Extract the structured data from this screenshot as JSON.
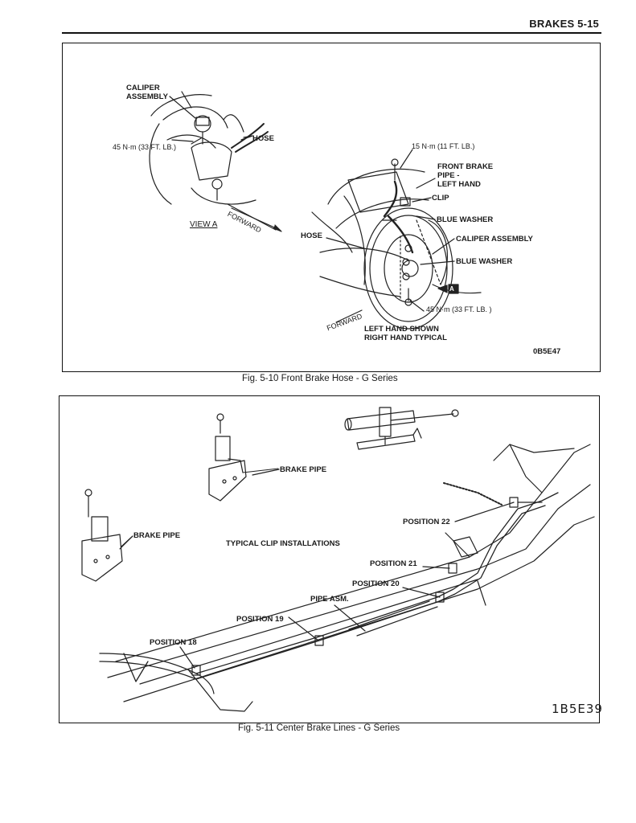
{
  "header": {
    "title": "BRAKES 5-15"
  },
  "figure1": {
    "caption": "Fig. 5-10 Front Brake Hose - G Series",
    "code": "0B5E47",
    "labels": {
      "caliper_assembly_view": "CALIPER\nASSEMBLY",
      "torque_view": "45 N·m (33 FT. LB.)",
      "hose_view": "HOSE",
      "view_a": "VIEW A",
      "forward_view": "FORWARD",
      "torque_top": "15 N·m (11 FT. LB.)",
      "front_brake_pipe": "FRONT BRAKE\nPIPE -\nLEFT HAND",
      "clip": "CLIP",
      "blue_washer_1": "BLUE WASHER",
      "hose_main": "HOSE",
      "caliper_assembly_main": "CALIPER ASSEMBLY",
      "blue_washer_2": "BLUE WASHER",
      "view_marker": "A",
      "torque_bottom": "45 N·m (33 FT. LB. )",
      "forward_main": "FORWARD",
      "note": "LEFT HAND SHOWN\nRIGHT HAND TYPICAL"
    }
  },
  "figure2": {
    "caption": "Fig. 5-11 Center Brake Lines - G Series",
    "code": "1B5E39",
    "labels": {
      "brake_pipe_top": "BRAKE PIPE",
      "brake_pipe_left": "BRAKE PIPE",
      "typical": "TYPICAL CLIP INSTALLATIONS",
      "position22": "POSITION 22",
      "position21": "POSITION 21",
      "position20": "POSITION 20",
      "pipe_asm": "PIPE ASM.",
      "position19": "POSITION 19",
      "position18": "POSITION 18"
    }
  }
}
